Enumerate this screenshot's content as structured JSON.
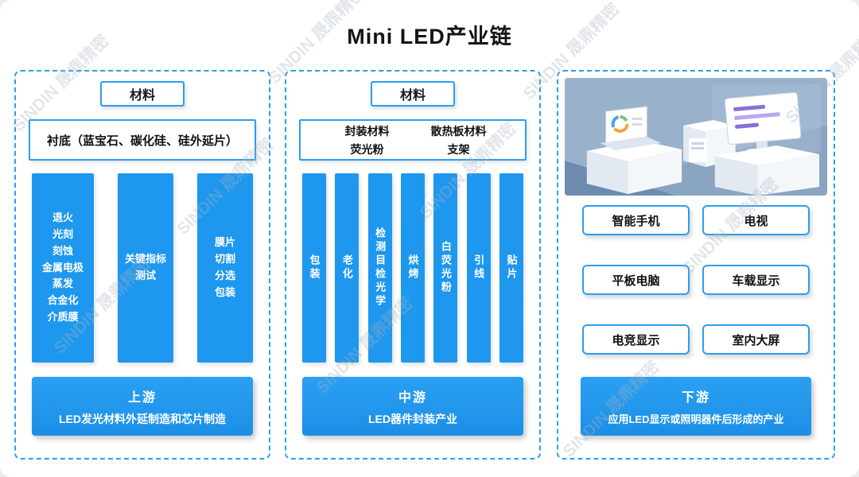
{
  "title": "Mini LED产业链",
  "watermark": "SINDIN 晟鼎精密",
  "colors": {
    "accent_blue": "#1e97ee",
    "dashed_border": "#2b9ef0"
  },
  "left": {
    "material_label": "材料",
    "substrate": "衬底（蓝宝石、碳化硅、硅外延片）",
    "columns": [
      "退火\n光刻\n刻蚀\n金属电极\n蒸发\n合金化\n介质膜",
      "关键指标\n测试",
      "膜片\n切割\n分选\n包装"
    ],
    "summary_title": "上游",
    "summary_text": "LED发光材料外延制造和芯片制造"
  },
  "middle": {
    "material_label": "材料",
    "materials": [
      "封装材料",
      "散热板材料",
      "荧光粉",
      "支架"
    ],
    "columns": [
      "包装",
      "老化",
      "检测目检光学",
      "烘烤",
      "白荧光粉",
      "引线",
      "贴片"
    ],
    "summary_title": "中游",
    "summary_text": "LED器件封装产业"
  },
  "right": {
    "apps": [
      "智能手机",
      "电视",
      "平板电脑",
      "车载显示",
      "电竞显示",
      "室内大屏"
    ],
    "summary_title": "下游",
    "summary_text": "应用LED显示或照明器件后形成的产业"
  }
}
